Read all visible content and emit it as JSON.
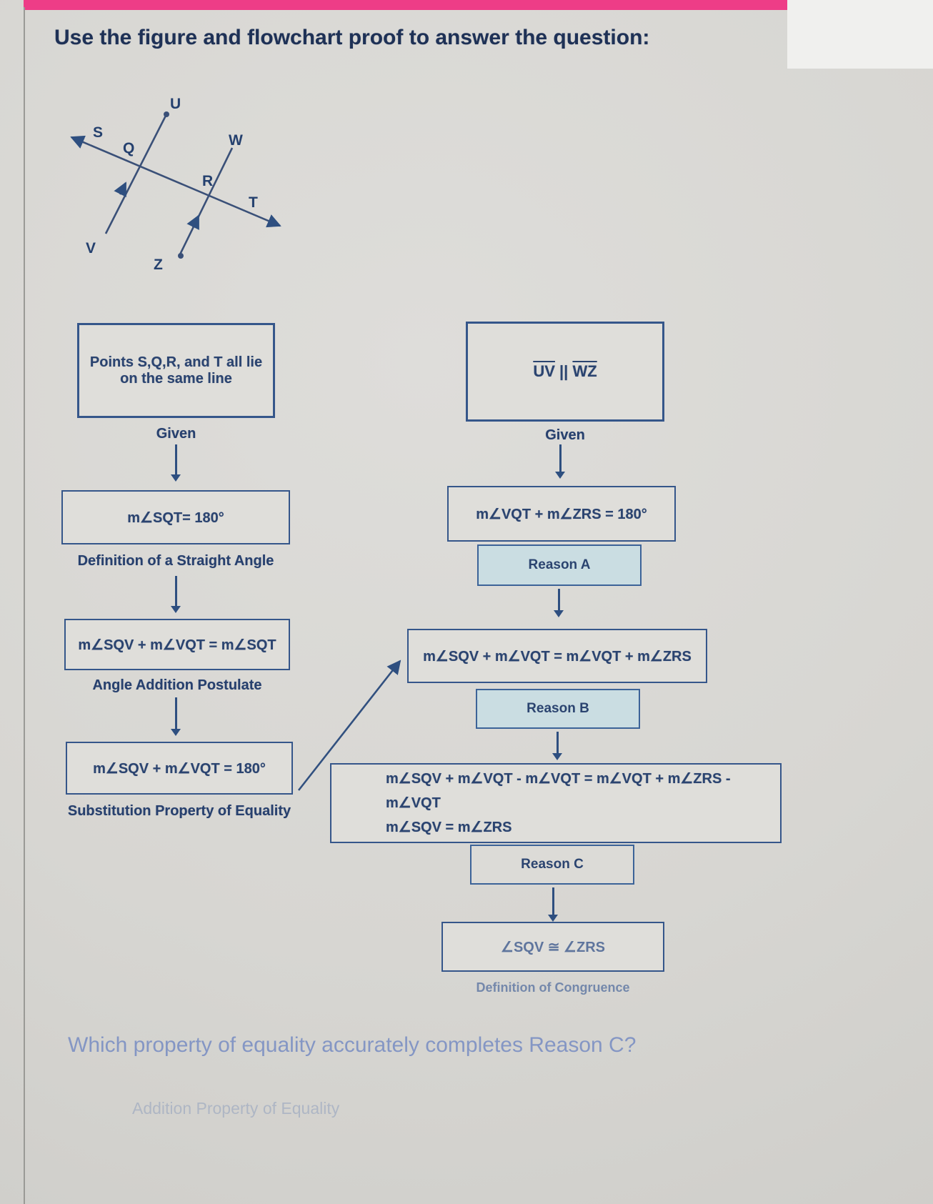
{
  "page": {
    "title": "Use the figure and flowchart proof to answer the question:",
    "question": "Which property of equality accurately completes Reason C?",
    "answer_option": "Addition Property of Equality"
  },
  "figure": {
    "labels": {
      "U": "U",
      "S": "S",
      "Q": "Q",
      "W": "W",
      "R": "R",
      "T": "T",
      "V": "V",
      "Z": "Z"
    }
  },
  "flowchart": {
    "left": [
      {
        "statement": "Points S,Q,R, and T all lie on the same line",
        "reason": "Given"
      },
      {
        "statement": "m∠SQT= 180°",
        "reason": "Definition of a Straight Angle"
      },
      {
        "statement": "m∠SQV + m∠VQT = m∠SQT",
        "reason": "Angle Addition Postulate"
      },
      {
        "statement": "m∠SQV + m∠VQT = 180°",
        "reason": "Substitution Property of Equality"
      }
    ],
    "right": [
      {
        "seg1": "UV",
        "parallel": "||",
        "seg2": "WZ",
        "reason": "Given"
      },
      {
        "statement": "m∠VQT + m∠ZRS = 180°",
        "reason": "Reason A"
      },
      {
        "statement": "m∠SQV + m∠VQT = m∠VQT + m∠ZRS",
        "reason": "Reason B"
      },
      {
        "line1": "m∠SQV + m∠VQT - m∠VQT = m∠VQT + m∠ZRS - m∠VQT",
        "line2": "m∠SQV = m∠ZRS",
        "reason": "Reason C"
      },
      {
        "statement": "∠SQV ≅ ∠ZRS",
        "reason": "Definition of Congruence"
      }
    ]
  }
}
